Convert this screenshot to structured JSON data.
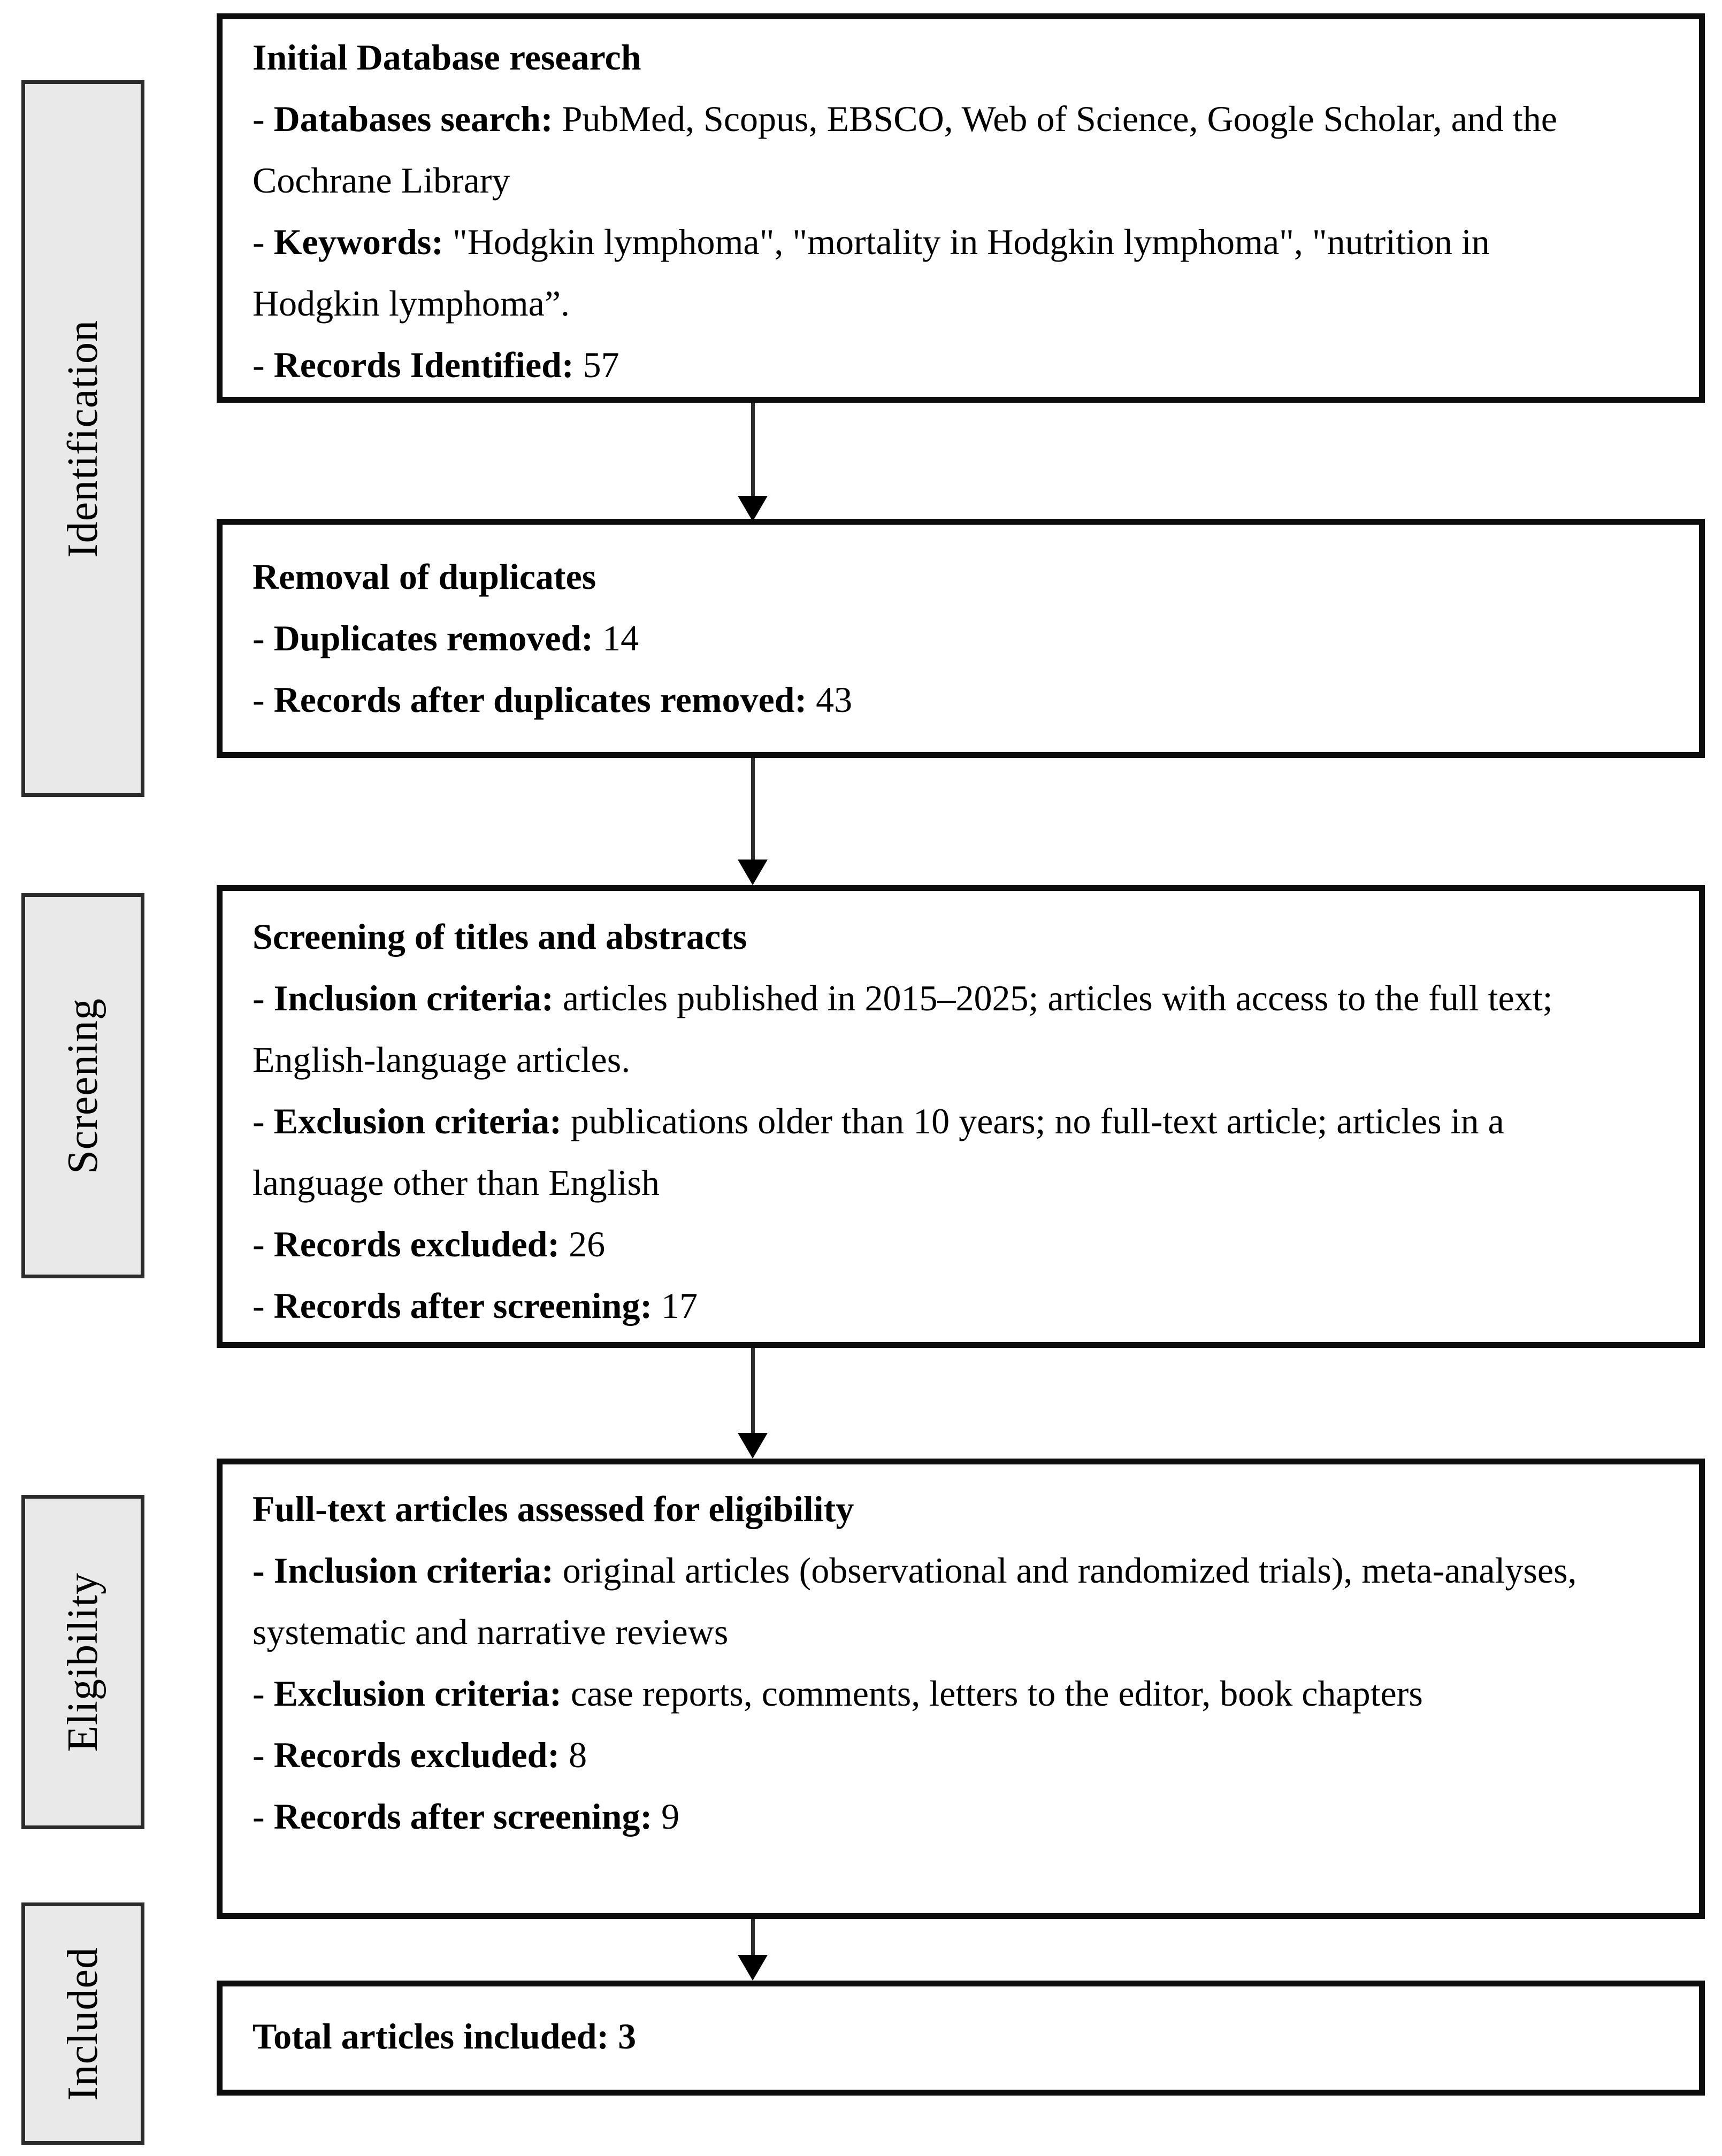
{
  "figure": {
    "type": "prisma-flow-diagram",
    "colors": {
      "background": "#ffffff",
      "content_box_border": "#0d0d0d",
      "stage_label_fill": "#e9e9e9",
      "stage_label_border": "#2b2b2b",
      "arrow": "#000000",
      "text": "#000000"
    },
    "stages": [
      {
        "label": "Identification"
      },
      {
        "label": "Screening"
      },
      {
        "label": "Eligibility"
      },
      {
        "label": "Included"
      }
    ],
    "boxes": [
      {
        "title": "Initial Database research",
        "items": [
          [
            "- ",
            "Databases search:",
            " PubMed, Scopus, EBSCO, Web of Science, Google Scholar, and the Cochrane Library"
          ],
          [
            "- ",
            "Keywords:",
            " \"Hodgkin lymphoma\", \"mortality in Hodgkin lymphoma\", \"nutrition in Hodgkin lymphoma”."
          ],
          [
            "- ",
            "Records Identified:",
            " 57"
          ]
        ]
      },
      {
        "title": "Removal of duplicates",
        "items": [
          [
            "- ",
            "Duplicates removed:",
            " 14"
          ],
          [
            "- ",
            "Records after duplicates removed:",
            " 43"
          ]
        ]
      },
      {
        "title": "Screening of titles and abstracts",
        "items": [
          [
            "- ",
            "Inclusion criteria:",
            " articles published in 2015–2025; articles with access to the full text; English-language articles."
          ],
          [
            "- ",
            "Exclusion criteria:",
            " publications older than 10 years; no full-text article; articles in a language other than English"
          ],
          [
            "- ",
            "Records excluded:",
            " 26"
          ],
          [
            "- ",
            "Records after screening:",
            " 17"
          ]
        ]
      },
      {
        "title": "Full-text articles assessed for eligibility",
        "items": [
          [
            "",
            "- Inclusion criteria:",
            " original articles (observational and randomized trials), meta-analyses, systematic and narrative reviews"
          ],
          [
            "- ",
            "Exclusion criteria:",
            " case reports, comments, letters to the editor, book chapters"
          ],
          [
            "- ",
            "Records excluded:",
            " 8"
          ],
          [
            "- ",
            "Records after screening:",
            " 9"
          ]
        ]
      },
      {
        "title": "Total articles included: 3",
        "items": []
      }
    ]
  }
}
